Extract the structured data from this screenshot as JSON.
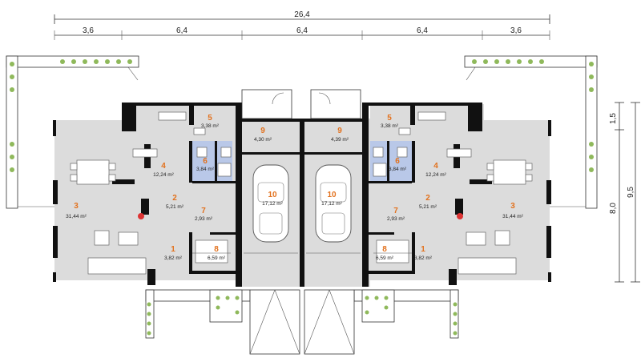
{
  "dimensions": {
    "total_width": "26,4",
    "segments": [
      "3,6",
      "6,4",
      "6,4",
      "6,4",
      "3,6"
    ],
    "height_total": "9,5",
    "height_main": "8,0",
    "height_top": "1,5"
  },
  "rooms_left": [
    {
      "num": "1",
      "area": "3,82 m²"
    },
    {
      "num": "2",
      "area": "5,21 m²"
    },
    {
      "num": "3",
      "area": "31,44 m²"
    },
    {
      "num": "4",
      "area": "12,24 m²"
    },
    {
      "num": "5",
      "area": "3,38 m²"
    },
    {
      "num": "6",
      "area": "3,84 m²"
    },
    {
      "num": "7",
      "area": "2,93 m²"
    },
    {
      "num": "8",
      "area": "6,59 m²"
    },
    {
      "num": "9",
      "area": "4,30 m²"
    },
    {
      "num": "10",
      "area": "17,12 m²"
    }
  ],
  "rooms_right": [
    {
      "num": "1",
      "area": "3,82 m²"
    },
    {
      "num": "2",
      "area": "5,21 m²"
    },
    {
      "num": "3",
      "area": "31,44 m²"
    },
    {
      "num": "4",
      "area": "12,24 m²"
    },
    {
      "num": "5",
      "area": "3,38 m²"
    },
    {
      "num": "6",
      "area": "3,84 m²"
    },
    {
      "num": "7",
      "area": "2,93 m²"
    },
    {
      "num": "8",
      "area": "6,59 m²"
    },
    {
      "num": "9",
      "area": "4,39 m²"
    },
    {
      "num": "10",
      "area": "17,12 m²"
    }
  ]
}
